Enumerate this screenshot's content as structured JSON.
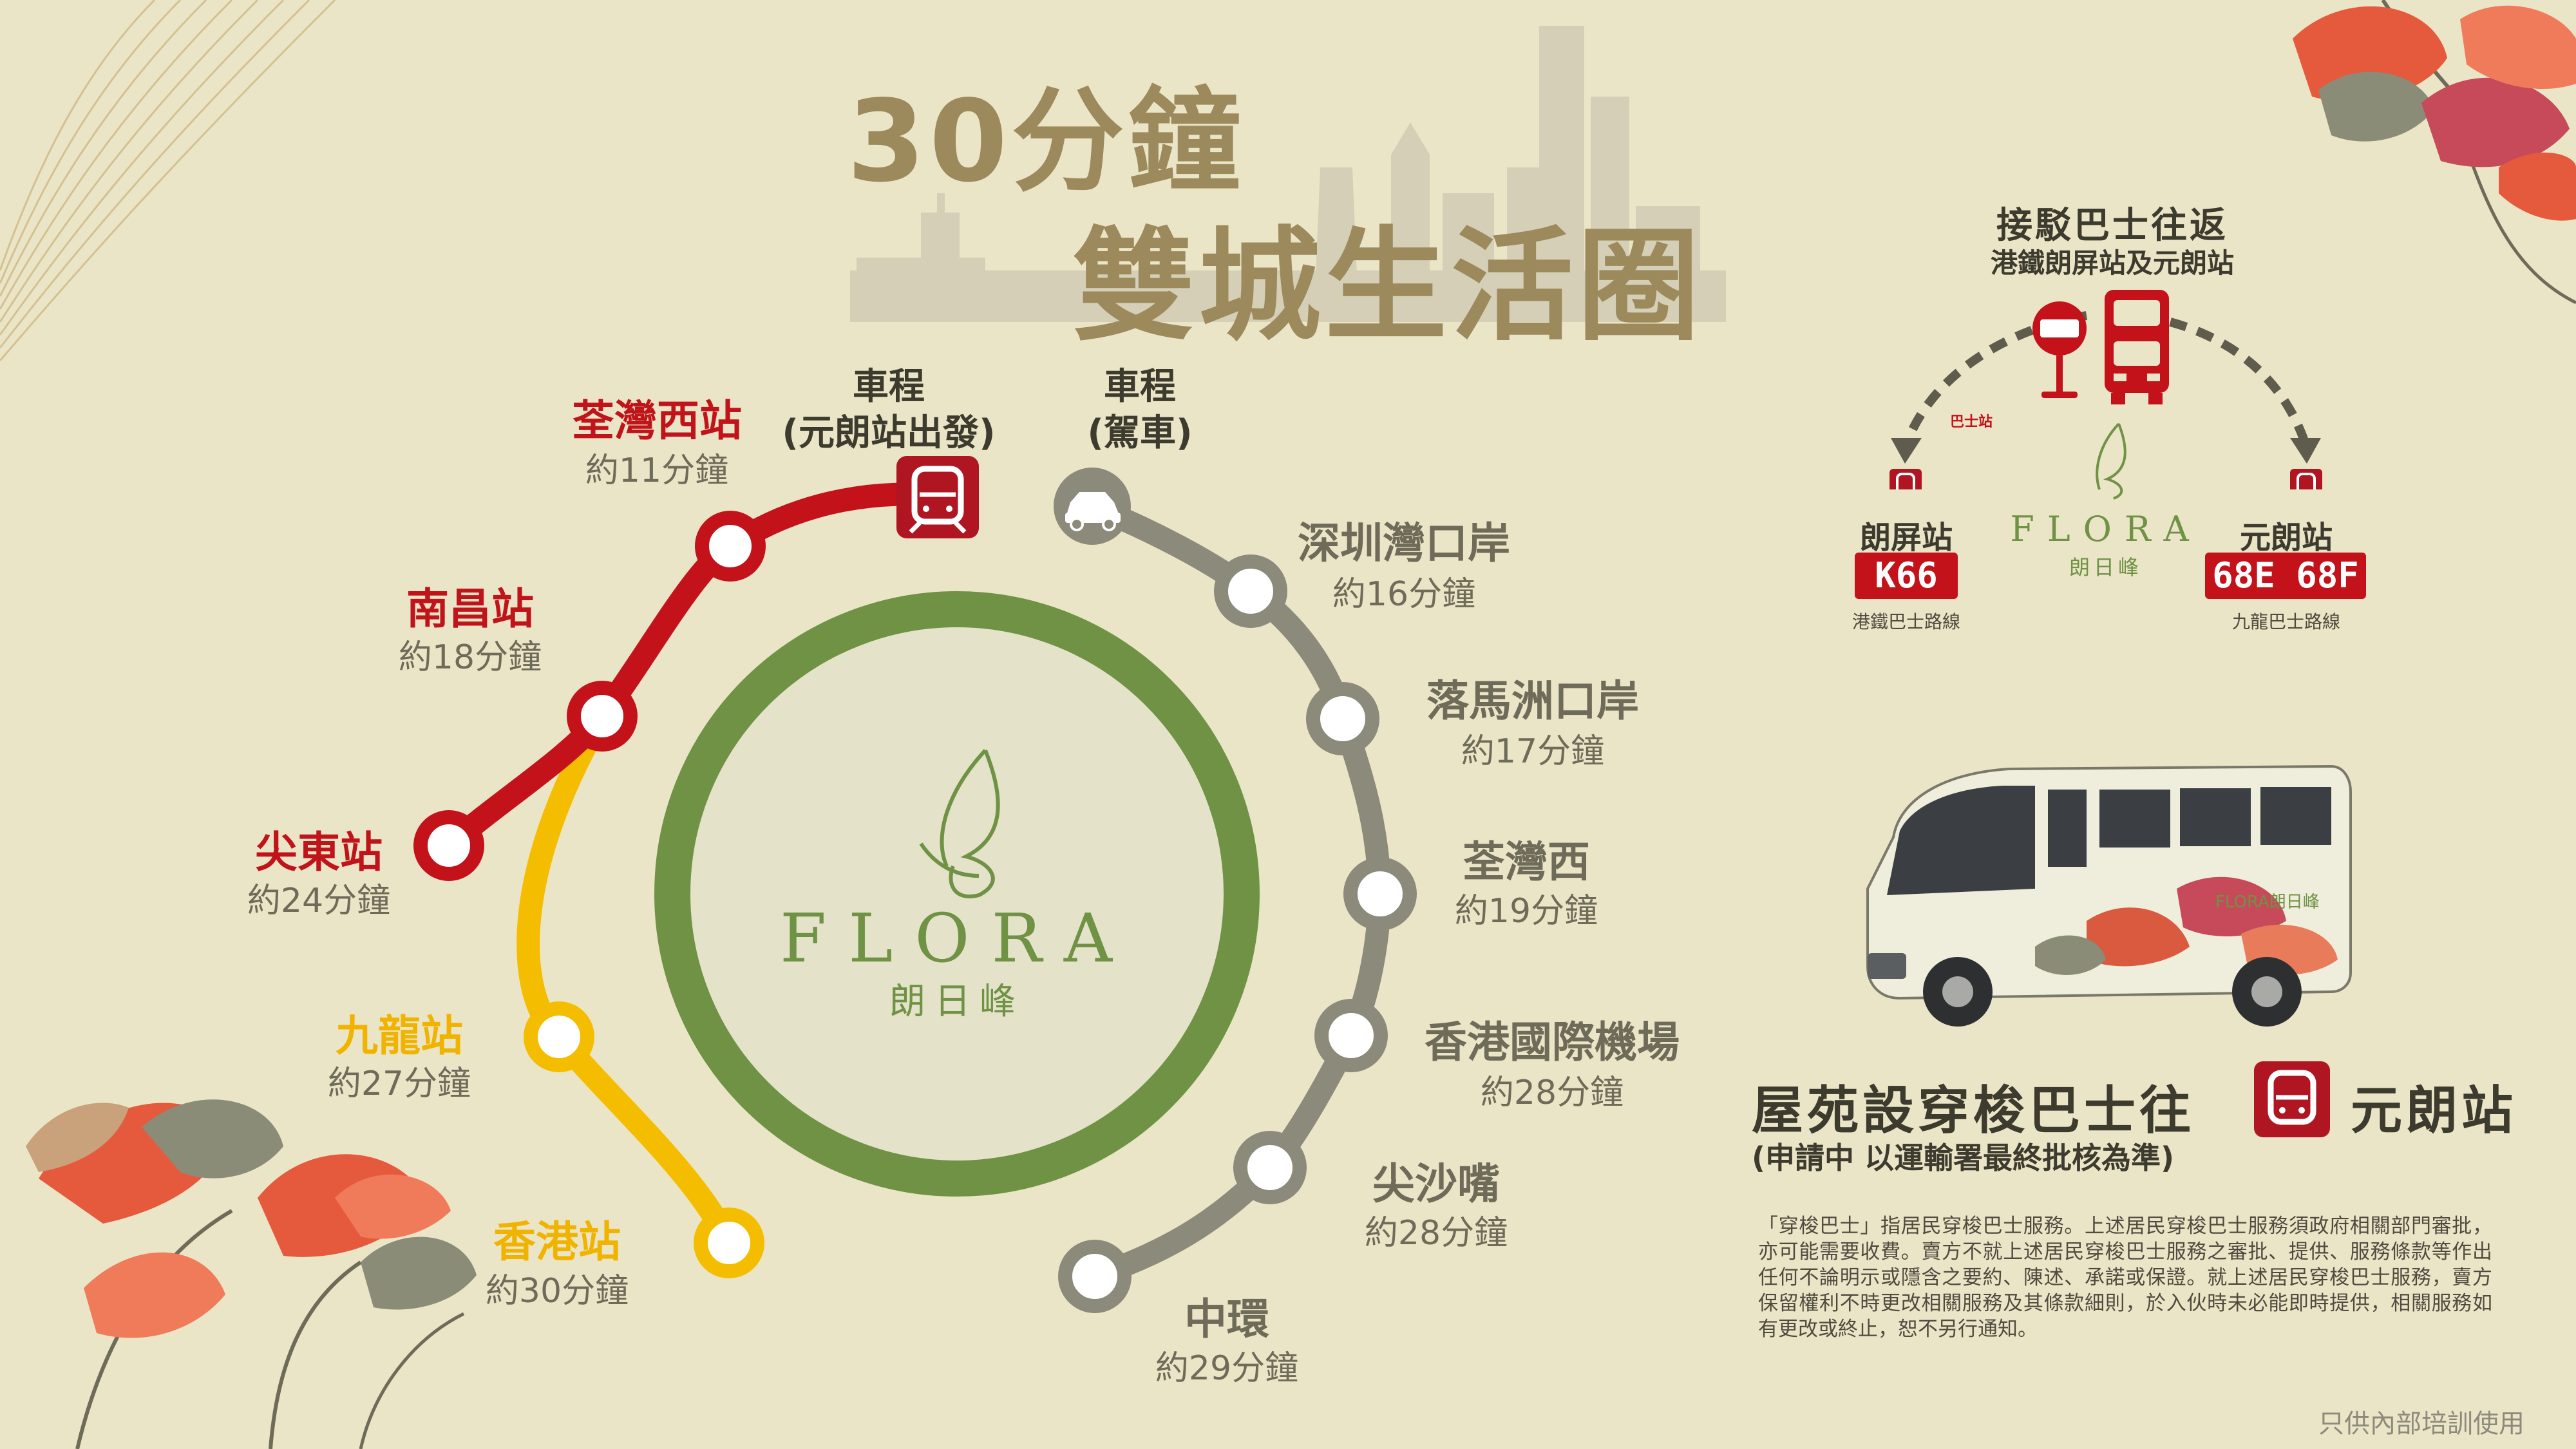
{
  "title": {
    "line1": "30分鐘",
    "line2": "雙城生活圈"
  },
  "trip_headers": {
    "mtr": {
      "line1": "車程",
      "line2": "(元朗站出發)"
    },
    "car": {
      "line1": "車程",
      "line2": "(駕車)"
    }
  },
  "mtr_red_stations": [
    {
      "name": "荃灣西站",
      "time": "約11分鐘"
    },
    {
      "name": "南昌站",
      "time": "約18分鐘"
    },
    {
      "name": "尖東站",
      "time": "約24分鐘"
    }
  ],
  "mtr_yellow_stations": [
    {
      "name": "九龍站",
      "time": "約27分鐘"
    },
    {
      "name": "香港站",
      "time": "約30分鐘"
    }
  ],
  "car_destinations": [
    {
      "name": "深圳灣口岸",
      "time": "約16分鐘"
    },
    {
      "name": "落馬洲口岸",
      "time": "約17分鐘"
    },
    {
      "name": "荃灣西",
      "time": "約19分鐘"
    },
    {
      "name": "香港國際機場",
      "time": "約28分鐘"
    },
    {
      "name": "尖沙嘴",
      "time": "約28分鐘"
    },
    {
      "name": "中環",
      "time": "約29分鐘"
    }
  ],
  "brand": {
    "name": "FLORA",
    "chinese": "朗日峰"
  },
  "shuttle": {
    "title": "接駁巴士往返",
    "subtitle": "港鐵朗屏站及元朗站",
    "bus_stop_sign": "巴士站",
    "left_station": "朗屏站",
    "left_route": "K66",
    "left_note": "港鐵巴士路線",
    "right_station": "元朗站",
    "right_route": "68E 68F",
    "right_note": "九龍巴士路線"
  },
  "residents_bus": {
    "title": "屋苑設穿梭巴士往",
    "destination": "元朗站",
    "note": "(申請中 以運輸署最終批核為準)",
    "bus_livery": "FLORA朗日峰"
  },
  "disclaimer": "「穿梭巴士」指居民穿梭巴士服務。上述居民穿梭巴士服務須政府相關部門審批，亦可能需要收費。賣方不就上述居民穿梭巴士服務之審批、提供、服務條款等作出任何不論明示或隱含之要約、陳述、承諾或保證。就上述居民穿梭巴士服務，賣方保留權利不時更改相關服務及其條款細則，於入伙時未必能即時提供，相關服務如有更改或終止，恕不另行通知。",
  "footer": "只供內部培訓使用",
  "colors": {
    "background": "#ebe5c8",
    "red_line": "#c3121a",
    "yellow_line": "#f5bd00",
    "grey_line": "#8c8a7a",
    "green_ring": "#6f9245",
    "title": "#9c8a5c"
  }
}
